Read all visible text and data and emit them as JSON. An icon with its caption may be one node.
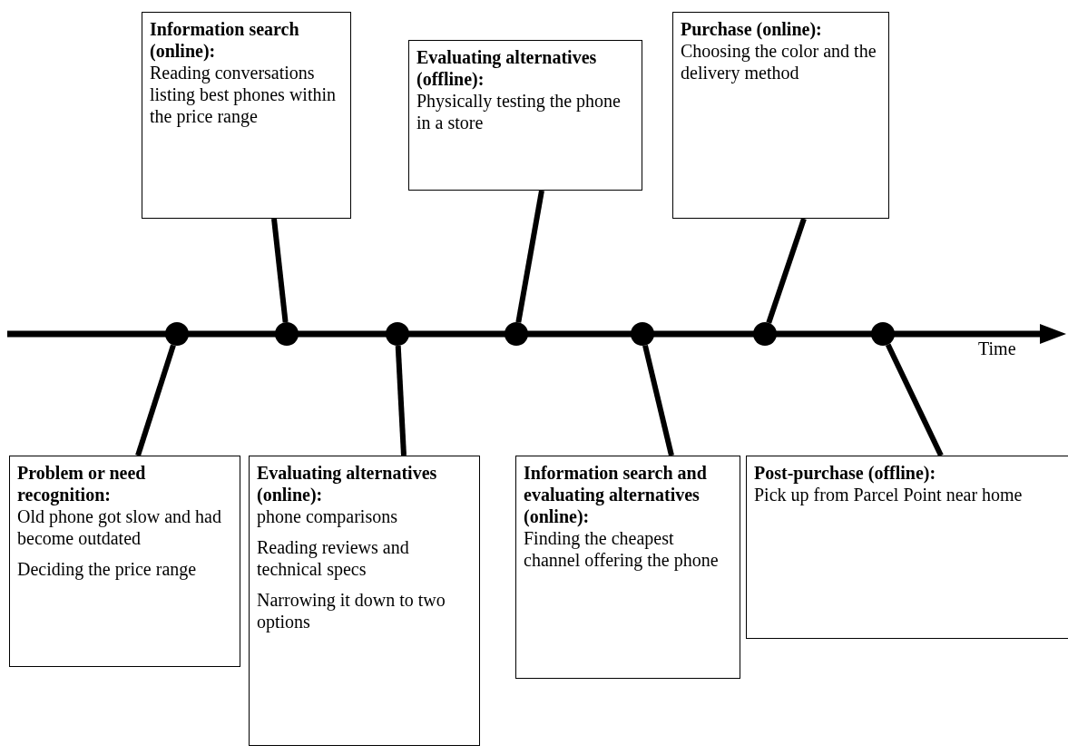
{
  "diagram": {
    "nodes": [
      {
        "text": [
          "Problem or need recognition:",
          "Old phone got slow and had become outdated",
          "Deciding the price range"
        ]
      },
      {
        "text": [
          "Information search (online):",
          "Reading conversations listing best phones within the price range"
        ]
      },
      {
        "text": [
          "Evaluating alternatives (online):",
          "phone comparisons",
          "Reading reviews and technical specs",
          "Narrowing it down to two options"
        ]
      },
      {
        "text": [
          "Evaluating alternatives (offline):",
          "Physically testing the phone in a store"
        ]
      },
      {
        "text": [
          "Information search and evaluating alternatives (online):",
          "Finding the cheapest channel offering the phone"
        ]
      },
      {
        "text": [
          "Purchase (online):",
          "Choosing the color and the delivery method"
        ]
      },
      {
        "text": [
          "Post-purchase (offline):",
          "Pick up from Parcel Point near home"
        ]
      },
      {
        "text": [],
        "shape": "circle"
      },
      {
        "text": [],
        "shape": "circle"
      },
      {
        "text": [],
        "shape": "circle"
      },
      {
        "text": [],
        "shape": "circle"
      },
      {
        "text": [],
        "shape": "circle"
      },
      {
        "text": [],
        "shape": "circle"
      },
      {
        "text": [],
        "shape": "circle"
      }
    ],
    "edges": [
      {
        "from": 0,
        "to": 7,
        "arrow": "none"
      },
      {
        "from": 1,
        "to": 8,
        "arrow": "none"
      },
      {
        "from": 2,
        "to": 9,
        "arrow": "none"
      },
      {
        "from": 3,
        "to": 10,
        "arrow": "none"
      },
      {
        "from": 4,
        "to": 11,
        "arrow": "none"
      },
      {
        "from": 5,
        "to": 12,
        "arrow": "none"
      },
      {
        "from": 6,
        "to": 13,
        "arrow": "none"
      }
    ],
    "labels": [
      "Time"
    ]
  }
}
